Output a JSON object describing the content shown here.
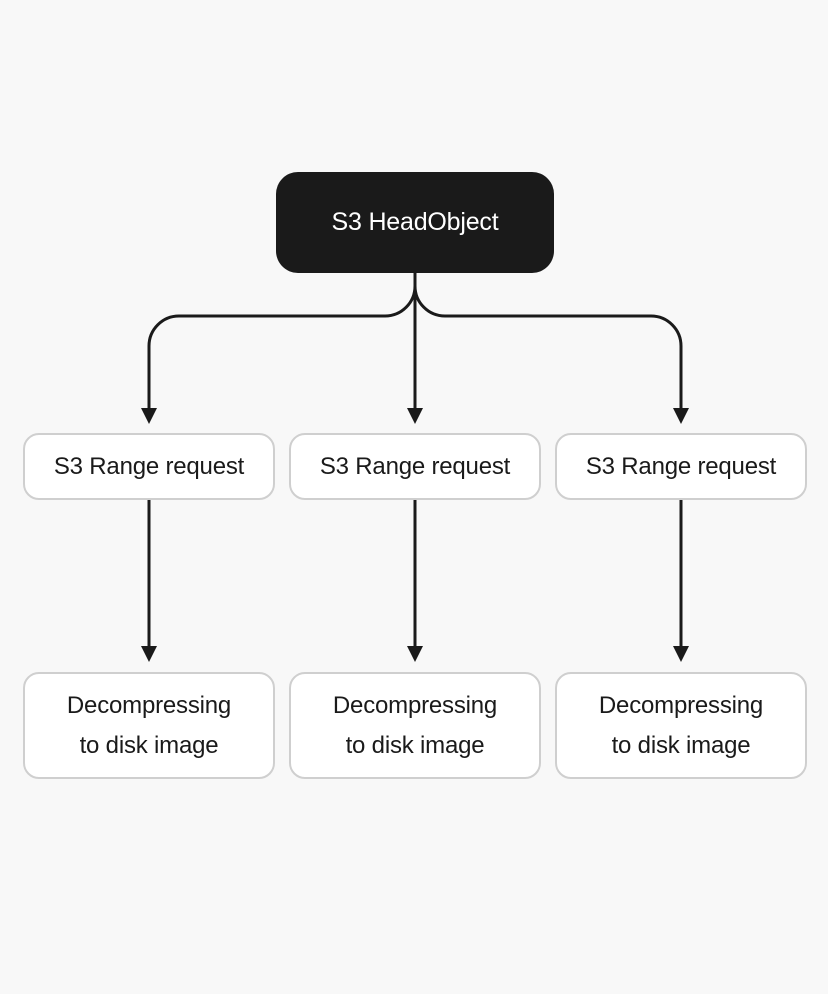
{
  "diagram": {
    "background_color": "#f8f8f8",
    "arrow_color": "#1a1a1a",
    "node_style": {
      "root_fill": "#1a1a1a",
      "root_text_color": "#ffffff",
      "leaf_fill": "#ffffff",
      "leaf_border_color": "#cfcfcf",
      "leaf_text_color": "#1a1a1a"
    },
    "root": {
      "label": "S3 HeadObject"
    },
    "range_nodes": [
      {
        "label": "S3 Range request"
      },
      {
        "label": "S3 Range request"
      },
      {
        "label": "S3 Range request"
      }
    ],
    "decompress_nodes": [
      {
        "line1": "Decompressing",
        "line2": "to disk image"
      },
      {
        "line1": "Decompressing",
        "line2": "to disk image"
      },
      {
        "line1": "Decompressing",
        "line2": "to disk image"
      }
    ],
    "edges": [
      {
        "from": "S3 HeadObject",
        "to": "S3 Range request (left)"
      },
      {
        "from": "S3 HeadObject",
        "to": "S3 Range request (center)"
      },
      {
        "from": "S3 HeadObject",
        "to": "S3 Range request (right)"
      },
      {
        "from": "S3 Range request (left)",
        "to": "Decompressing to disk image (left)"
      },
      {
        "from": "S3 Range request (center)",
        "to": "Decompressing to disk image (center)"
      },
      {
        "from": "S3 Range request (right)",
        "to": "Decompressing to disk image (right)"
      }
    ]
  }
}
